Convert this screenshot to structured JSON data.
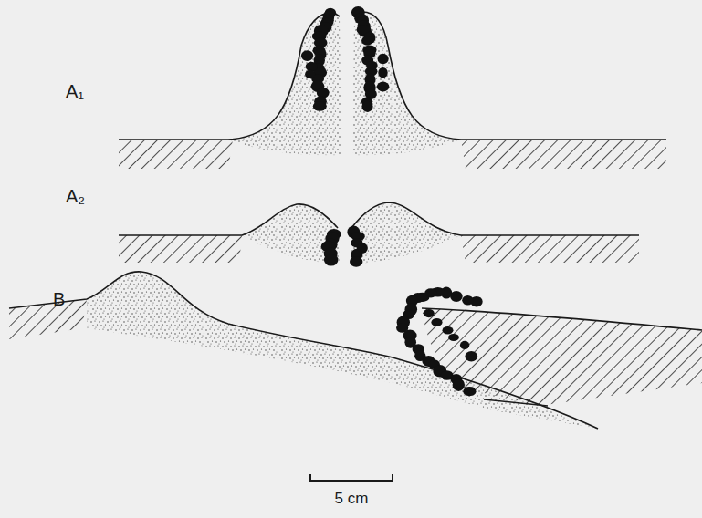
{
  "diagram": {
    "labels": [
      "A₁",
      "A₂",
      "B",
      "5 cm"
    ]
  }
}
